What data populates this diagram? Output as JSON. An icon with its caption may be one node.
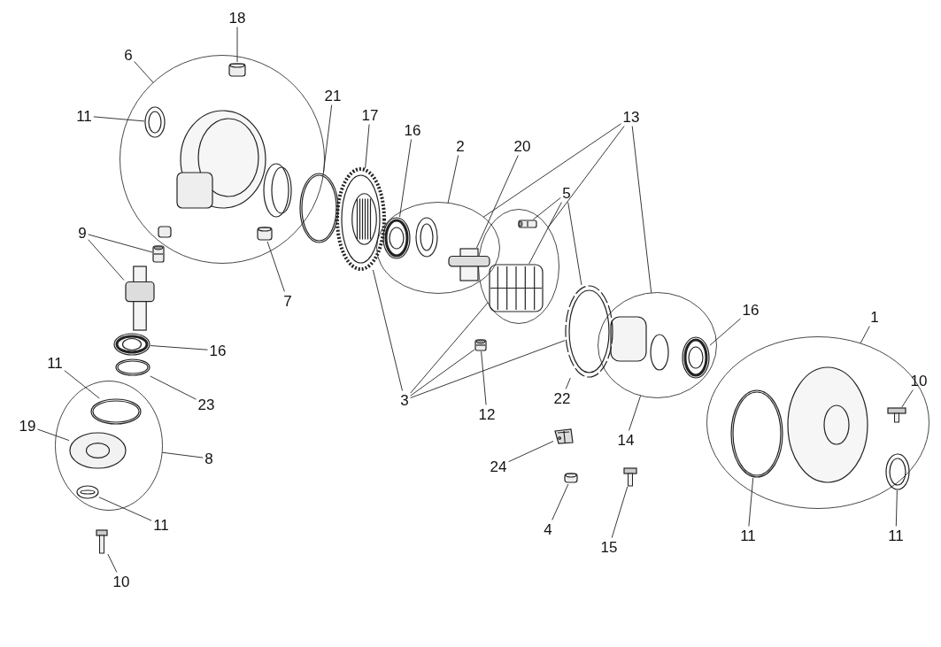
{
  "diagram": {
    "nodes": [
      {
        "text": [
          "6"
        ]
      },
      {
        "text": [],
        "shape": "ellipse"
      },
      {
        "text": [
          "18"
        ]
      },
      {
        "text": [],
        "shape": "picture",
        "in": 1
      },
      {
        "text": [
          "11"
        ]
      },
      {
        "text": [],
        "shape": "picture",
        "in": 1
      },
      {
        "text": [
          "21"
        ]
      },
      {
        "text": [],
        "shape": "picture"
      },
      {
        "text": [
          "17"
        ]
      },
      {
        "text": [],
        "shape": "picture"
      },
      {
        "text": [
          "2"
        ]
      },
      {
        "text": [],
        "shape": "ellipse"
      },
      {
        "text": [
          "16"
        ]
      },
      {
        "text": [],
        "shape": "picture",
        "in": 11
      },
      {
        "text": [
          "20"
        ]
      },
      {
        "text": [],
        "shape": "picture",
        "in": 11
      },
      {
        "text": [
          "13"
        ]
      },
      {
        "text": [
          "5"
        ]
      },
      {
        "text": [],
        "shape": "ellipse"
      },
      {
        "text": [],
        "shape": "picture",
        "in": 18
      },
      {
        "text": [],
        "shape": "picture",
        "in": 18
      },
      {
        "text": [
          "9"
        ]
      },
      {
        "text": [],
        "shape": "picture"
      },
      {
        "text": [],
        "shape": "picture"
      },
      {
        "text": [
          "7"
        ]
      },
      {
        "text": [],
        "shape": "picture",
        "in": 1
      },
      {
        "text": [
          "16"
        ]
      },
      {
        "text": [],
        "shape": "picture"
      },
      {
        "text": [
          "23"
        ]
      },
      {
        "text": [],
        "shape": "picture"
      },
      {
        "text": [
          "11"
        ]
      },
      {
        "text": [],
        "shape": "ellipse"
      },
      {
        "text": [],
        "shape": "picture",
        "in": 31
      },
      {
        "text": [
          "19"
        ]
      },
      {
        "text": [],
        "shape": "picture",
        "in": 31
      },
      {
        "text": [
          "8"
        ]
      },
      {
        "text": [
          "11"
        ]
      },
      {
        "text": [],
        "shape": "picture",
        "in": 31
      },
      {
        "text": [
          "10"
        ]
      },
      {
        "text": [],
        "shape": "picture"
      },
      {
        "text": [
          "3"
        ]
      },
      {
        "text": [],
        "shape": "picture"
      },
      {
        "text": [
          "12"
        ]
      },
      {
        "text": [],
        "shape": "picture"
      },
      {
        "text": [
          "22"
        ]
      },
      {
        "text": [
          "16"
        ]
      },
      {
        "text": [],
        "shape": "ellipse"
      },
      {
        "text": [],
        "shape": "picture",
        "in": 46
      },
      {
        "text": [
          "1"
        ]
      },
      {
        "text": [],
        "shape": "ellipse"
      },
      {
        "text": [
          "10"
        ]
      },
      {
        "text": [],
        "shape": "picture",
        "in": 49
      },
      {
        "text": [
          "11"
        ]
      },
      {
        "text": [],
        "shape": "picture",
        "in": 49
      },
      {
        "text": [
          "11"
        ]
      },
      {
        "text": [],
        "shape": "picture",
        "in": 49
      },
      {
        "text": [
          "14"
        ]
      },
      {
        "text": [
          "24"
        ]
      },
      {
        "text": [],
        "shape": "picture"
      },
      {
        "text": [
          "4"
        ]
      },
      {
        "text": [],
        "shape": "picture"
      },
      {
        "text": [
          "15"
        ]
      },
      {
        "text": [],
        "shape": "picture"
      }
    ],
    "edges": [
      {
        "from": 0,
        "to": 1,
        "arrow": "none"
      },
      {
        "from": 2,
        "to": 3,
        "arrow": "none"
      },
      {
        "from": 4,
        "to": 5,
        "arrow": "none"
      },
      {
        "from": 6,
        "to": 7,
        "arrow": "none"
      },
      {
        "from": 8,
        "to": 9,
        "arrow": "none"
      },
      {
        "from": 10,
        "to": 11,
        "arrow": "none"
      },
      {
        "from": 12,
        "to": 13,
        "arrow": "none"
      },
      {
        "from": 14,
        "to": 15,
        "arrow": "none"
      },
      {
        "from": 16,
        "to": 11,
        "arrow": "none"
      },
      {
        "from": 16,
        "to": 18,
        "arrow": "none"
      },
      {
        "from": 16,
        "to": 46,
        "arrow": "none"
      },
      {
        "from": 17,
        "to": 19,
        "arrow": "none"
      },
      {
        "from": 17,
        "to": 20,
        "arrow": "none"
      },
      {
        "from": 17,
        "to": 41,
        "arrow": "none"
      },
      {
        "from": 21,
        "to": 22,
        "arrow": "none"
      },
      {
        "from": 21,
        "to": 23,
        "arrow": "none"
      },
      {
        "from": 24,
        "to": 25,
        "arrow": "none"
      },
      {
        "from": 26,
        "to": 27,
        "arrow": "none"
      },
      {
        "from": 28,
        "to": 29,
        "arrow": "none"
      },
      {
        "from": 30,
        "to": 32,
        "arrow": "none"
      },
      {
        "from": 33,
        "to": 34,
        "arrow": "none"
      },
      {
        "from": 35,
        "to": 31,
        "arrow": "none"
      },
      {
        "from": 36,
        "to": 37,
        "arrow": "none"
      },
      {
        "from": 38,
        "to": 39,
        "arrow": "none"
      },
      {
        "from": 40,
        "to": 9,
        "arrow": "none"
      },
      {
        "from": 40,
        "to": 18,
        "arrow": "none"
      },
      {
        "from": 40,
        "to": 43,
        "arrow": "none"
      },
      {
        "from": 40,
        "to": 41,
        "arrow": "none"
      },
      {
        "from": 42,
        "to": 43,
        "arrow": "none"
      },
      {
        "from": 44,
        "to": 41,
        "arrow": "none"
      },
      {
        "from": 45,
        "to": 47,
        "arrow": "none"
      },
      {
        "from": 48,
        "to": 49,
        "arrow": "none"
      },
      {
        "from": 50,
        "to": 51,
        "arrow": "none"
      },
      {
        "from": 52,
        "to": 53,
        "arrow": "none"
      },
      {
        "from": 54,
        "to": 55,
        "arrow": "none"
      },
      {
        "from": 56,
        "to": 46,
        "arrow": "none"
      },
      {
        "from": 57,
        "to": 58,
        "arrow": "none"
      },
      {
        "from": 59,
        "to": 60,
        "arrow": "none"
      },
      {
        "from": 61,
        "to": 62,
        "arrow": "none"
      }
    ]
  }
}
